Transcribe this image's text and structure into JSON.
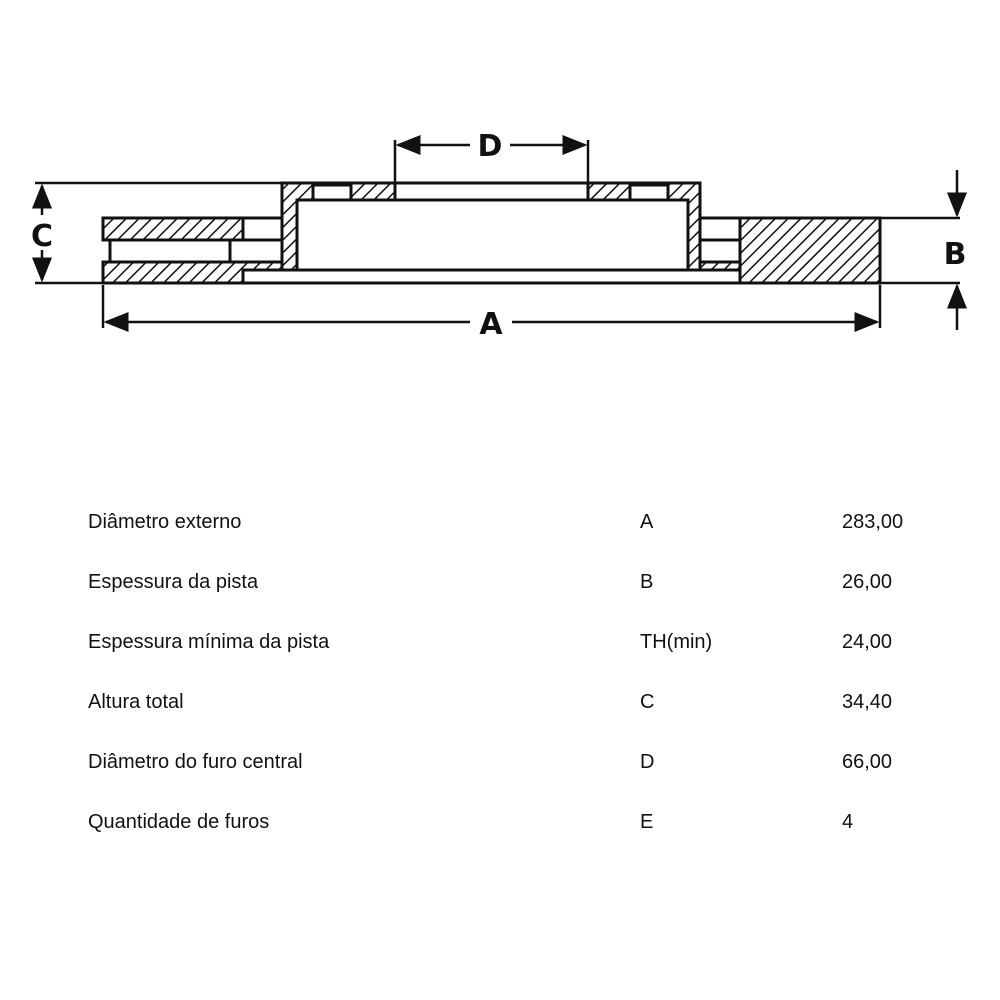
{
  "diagram": {
    "labels": {
      "a": "A",
      "b": "B",
      "c": "C",
      "d": "D"
    }
  },
  "specs": [
    {
      "name": "Diâmetro externo",
      "code": "A",
      "value": "283,00"
    },
    {
      "name": "Espessura da pista",
      "code": "B",
      "value": "26,00"
    },
    {
      "name": "Espessura mínima da pista",
      "code": "TH(min)",
      "value": "24,00"
    },
    {
      "name": "Altura total",
      "code": "C",
      "value": "34,40"
    },
    {
      "name": "Diâmetro do furo central",
      "code": "D",
      "value": "66,00"
    },
    {
      "name": "Quantidade de furos",
      "code": "E",
      "value": "4"
    }
  ]
}
